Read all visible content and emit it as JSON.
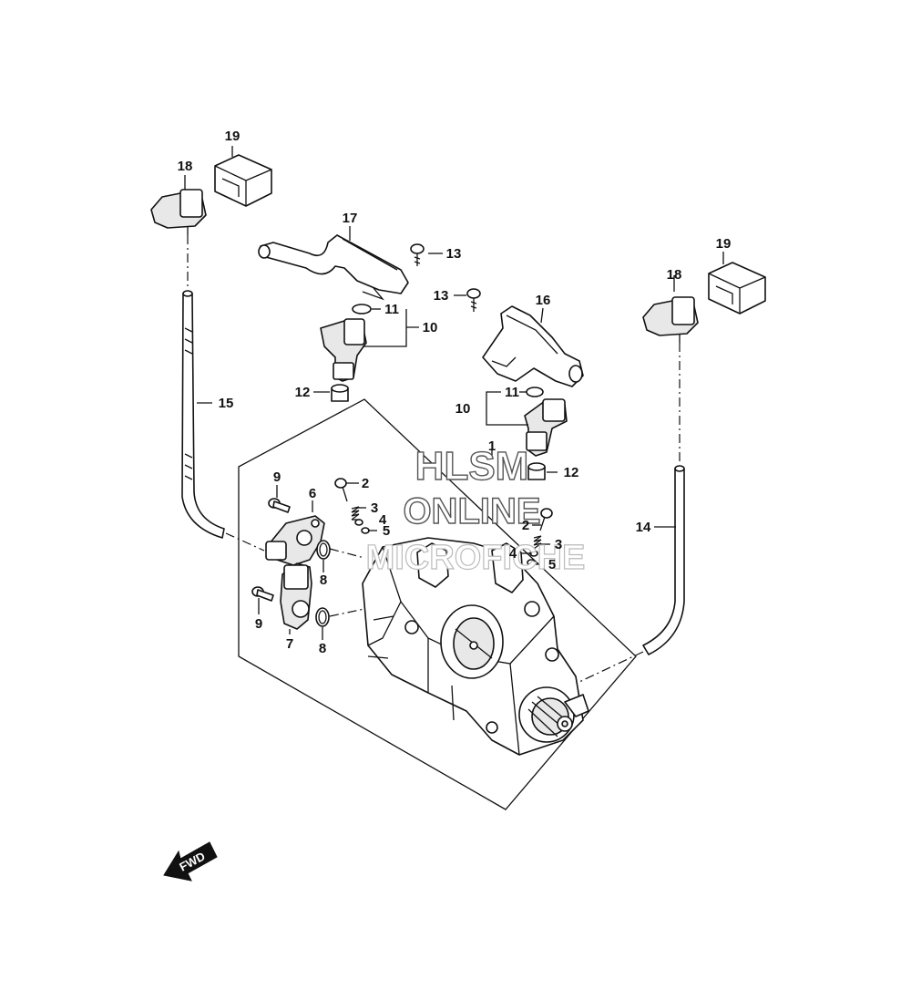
{
  "callouts": {
    "c1": "1",
    "c2": "2",
    "c3": "3",
    "c4": "4",
    "c5": "5",
    "c6": "6",
    "c7": "7",
    "c8": "8",
    "c9": "9",
    "c10": "10",
    "c11": "11",
    "c12": "12",
    "c13": "13",
    "c14": "14",
    "c15": "15",
    "c16": "16",
    "c17": "17",
    "c18": "18",
    "c19": "19"
  },
  "watermark": {
    "line1": "HLSM",
    "line2": "ONLINE",
    "line3": "MICROFICHE"
  },
  "direction_arrow": {
    "label": "FWD"
  }
}
